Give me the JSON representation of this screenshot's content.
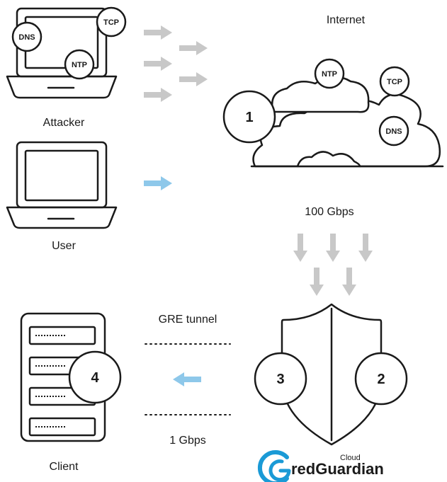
{
  "labels": {
    "attacker": "Attacker",
    "user": "User",
    "internet": "Internet",
    "bandwidth_in": "100 Gbps",
    "gre_tunnel": "GRE tunnel",
    "bandwidth_out": "1 Gbps",
    "client": "Client"
  },
  "attacker_badges": {
    "dns": "DNS",
    "tcp": "TCP",
    "ntp": "NTP"
  },
  "cloud_badges": {
    "ntp": "NTP",
    "tcp": "TCP",
    "dns": "DNS"
  },
  "steps": {
    "one": "1",
    "two": "2",
    "three": "3",
    "four": "4"
  },
  "logo": {
    "cloud": "Cloud",
    "brand": "redGuardian",
    "mark_color": "#1a9ad6"
  },
  "colors": {
    "gray_arrow": "#c8c8c8",
    "blue_arrow": "#8ec8ea"
  }
}
